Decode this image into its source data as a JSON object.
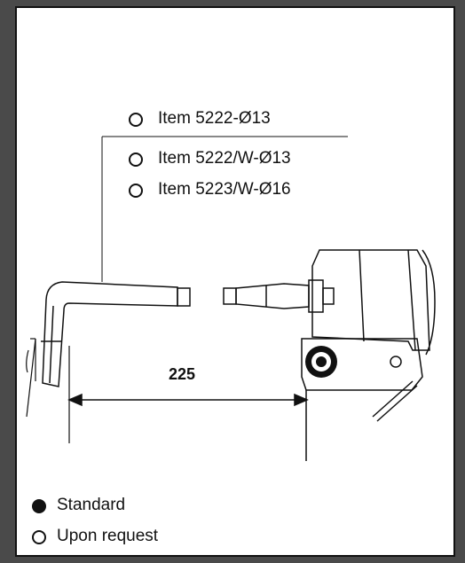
{
  "items": [
    {
      "label": "Item 5222-Ø13",
      "marker": "open-circle"
    },
    {
      "label": "Item 5222/W-Ø13",
      "marker": "open-circle"
    },
    {
      "label": "Item 5223/W-Ø16",
      "marker": "open-circle"
    }
  ],
  "dimension": {
    "value": "225"
  },
  "legend": [
    {
      "label": "Standard",
      "marker": "filled-circle"
    },
    {
      "label": "Upon request",
      "marker": "open-circle"
    }
  ],
  "colors": {
    "background": "#4a4a4a",
    "panel": "#ffffff",
    "ink": "#111111"
  }
}
